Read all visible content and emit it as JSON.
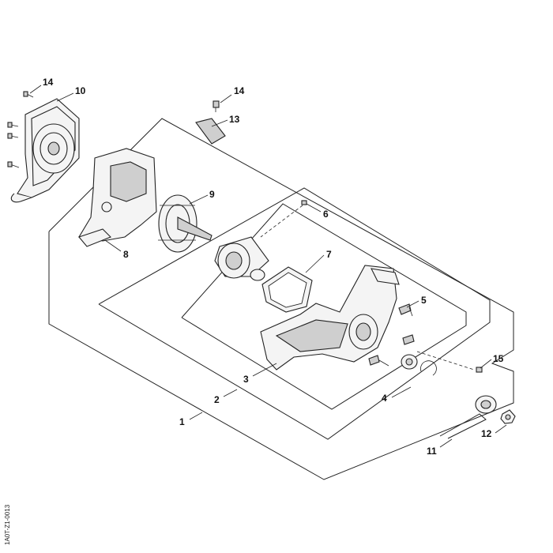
{
  "callouts": {
    "c1": "1",
    "c2": "2",
    "c3": "3",
    "c4": "4",
    "c5": "5",
    "c6": "6",
    "c7": "7",
    "c8": "8",
    "c9": "9",
    "c10": "10",
    "c11": "11",
    "c12": "12",
    "c13": "13",
    "c14a": "14",
    "c14b": "14",
    "c15": "15"
  },
  "drawing_code": "1A0T-Z1-0013"
}
